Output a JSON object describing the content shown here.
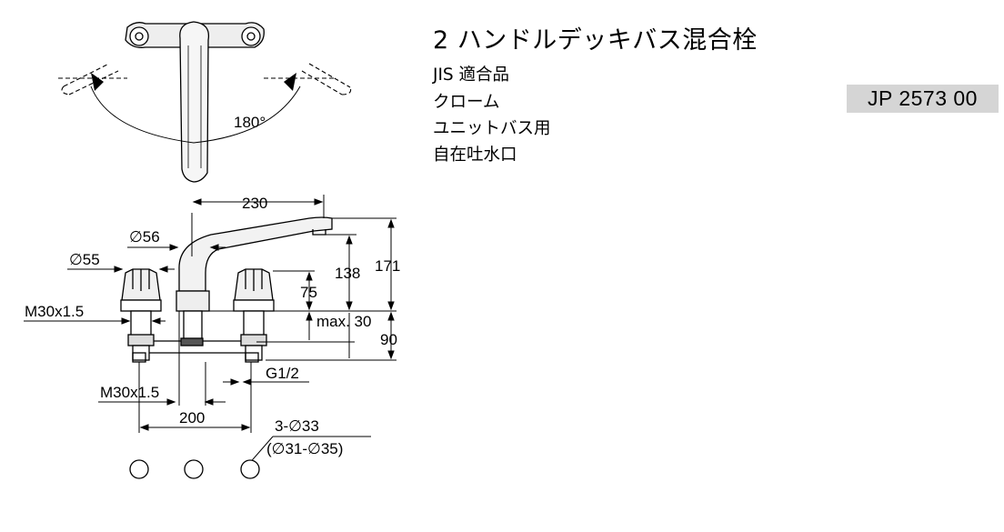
{
  "product": {
    "title": "2 ハンドルデッキバス混合栓",
    "features": [
      "JIS 適合品",
      "クローム",
      "ユニットバス用",
      "自在吐水口"
    ],
    "code": "JP 2573 00"
  },
  "drawing": {
    "angle_label": "180°",
    "dims": {
      "spout_length": "230",
      "body_dia": "∅56",
      "handle_dia": "∅55",
      "thread_top": "M30x1.5",
      "thread_bottom": "M30x1.5",
      "spout_height": "138",
      "total_height": "171",
      "handle_height": "75",
      "max_deck": "max. 30",
      "under_height": "90",
      "inlet": "G1/2",
      "center_distance": "200",
      "holes_dia": "3-∅33",
      "holes_range": "(∅31-∅35)"
    }
  }
}
